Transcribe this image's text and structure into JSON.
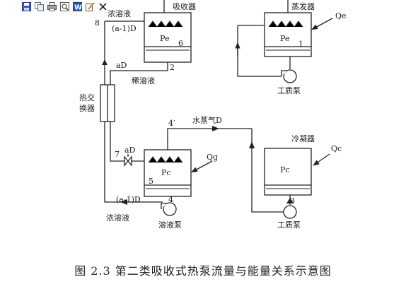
{
  "toolbar": {
    "icons": [
      "save-icon",
      "copy-icon",
      "print-icon",
      "preview-icon",
      "word-icon",
      "edit-icon",
      "close-icon"
    ]
  },
  "diagram": {
    "labels": {
      "absorber": "吸收器",
      "evaporator": "蒸发器",
      "strong_solution_top": "浓溶液",
      "node8": "8",
      "flow_a1D_top": "(a-1)D",
      "pe_abs": "Pe",
      "node6": "6",
      "aD_top": "aD",
      "node2": "2",
      "dilute_solution": "稀溶液",
      "hx": "热交\n换器",
      "pe_evap": "Pe",
      "node1": "1",
      "qe": "Qe",
      "working_pump_top": "工质泵",
      "steam": "水蒸气D",
      "node4p": "4′",
      "node7": "7",
      "aD_mid": "aD",
      "condenser": "冷凝器",
      "qg": "Qg",
      "qc": "Qc",
      "pc_gen": "Pc",
      "node5": "5",
      "pc_cond": "Pc",
      "node3": "3",
      "flow_a1D_bottom": "(a-1)D",
      "node4": "4",
      "strong_solution_bottom": "浓溶液",
      "solution_pump": "溶液泵",
      "working_pump_bottom": "工质泵"
    }
  },
  "caption": "图 2.3  第二类吸收式热泵流量与能量关系示意图"
}
